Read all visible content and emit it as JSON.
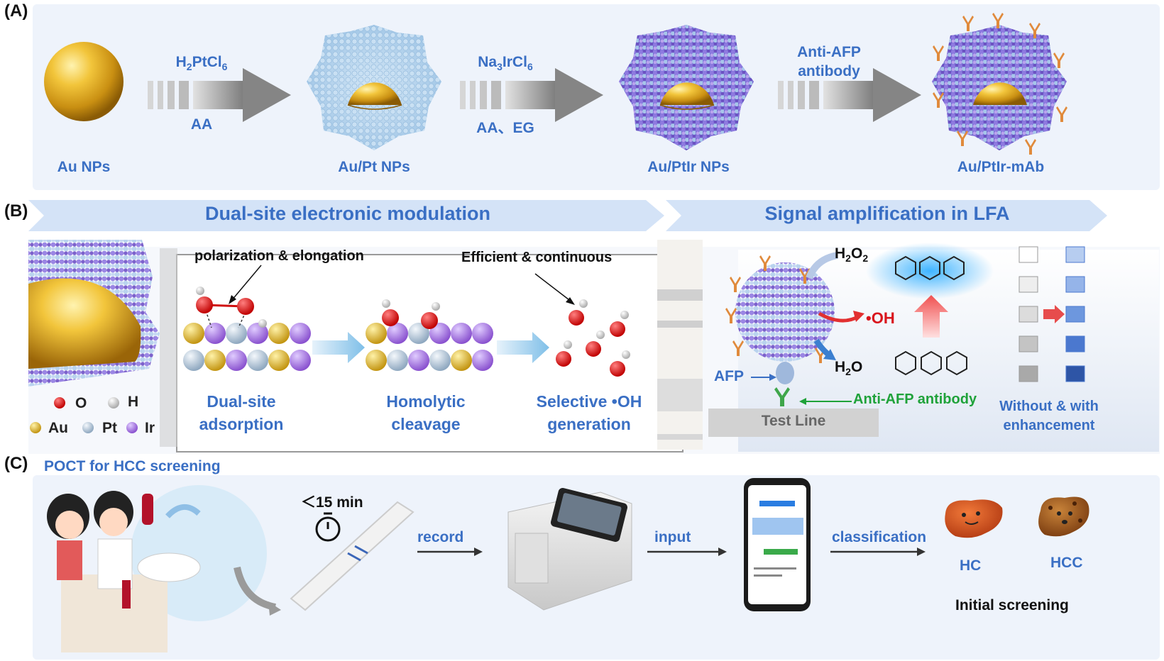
{
  "panel_labels": {
    "a": "(A)",
    "b": "(B)",
    "c": "(C)"
  },
  "panel_a": {
    "stages": [
      "Au NPs",
      "Au/Pt NPs",
      "Au/PtIr NPs",
      "Au/PtIr-mAb"
    ],
    "arrow1": {
      "top_main": "H",
      "top_sub1": "2",
      "top_mid": "PtCl",
      "top_sub2": "6",
      "bottom": "AA"
    },
    "arrow2": {
      "top_main": "Na",
      "top_sub1": "3",
      "top_mid": "IrCl",
      "top_sub2": "6",
      "bottom": "AA、EG"
    },
    "arrow3": {
      "top_line1": "Anti-AFP",
      "top_line2": "antibody"
    }
  },
  "panel_b": {
    "banner_left": "Dual-site electronic modulation",
    "banner_right": "Signal amplification in LFA",
    "annot_left": "polarization & elongation",
    "annot_right": "Efficient & continuous",
    "step1": [
      "Dual-site",
      "adsorption"
    ],
    "step2": [
      "Homolytic",
      "cleavage"
    ],
    "step3": [
      "Selective •OH",
      "generation"
    ],
    "legend": {
      "o": "O",
      "h": "H",
      "au": "Au",
      "pt": "Pt",
      "ir": "Ir"
    },
    "h2o2": {
      "main": "H",
      "sub": "2",
      "mid": "O",
      "sub2": "2"
    },
    "oh_radical": "•OH",
    "h2o": {
      "main": "H",
      "sub": "2",
      "mid": "O"
    },
    "afp": "AFP",
    "anti_afp": "Anti-AFP antibody",
    "test_line": "Test Line",
    "enhance": [
      "Without & with",
      "enhancement"
    ]
  },
  "panel_c": {
    "title": "POCT for HCC screening",
    "time": "＜15 min",
    "record": "record",
    "input": "input",
    "classification": "classification",
    "hc": "HC",
    "hcc": "HCC",
    "initial": "Initial screening"
  },
  "colors": {
    "accent_blue": "#3a6fc4",
    "green_label": "#1fa23a",
    "oxygen_red": "#d9151c",
    "ir_purple": "#9d6ad6",
    "pt_silver": "#b8cde0",
    "au_gold": "#d8a71e",
    "banner": "#d4e3f7"
  },
  "strip_colors": {
    "without": [
      "#ffffff",
      "#eeeeee",
      "#dcdcdc",
      "#c4c4c4",
      "#a9a9a9"
    ],
    "with": [
      "#b7cdf0",
      "#95b4e9",
      "#6d97de",
      "#4b78cf",
      "#2e55a6"
    ]
  }
}
